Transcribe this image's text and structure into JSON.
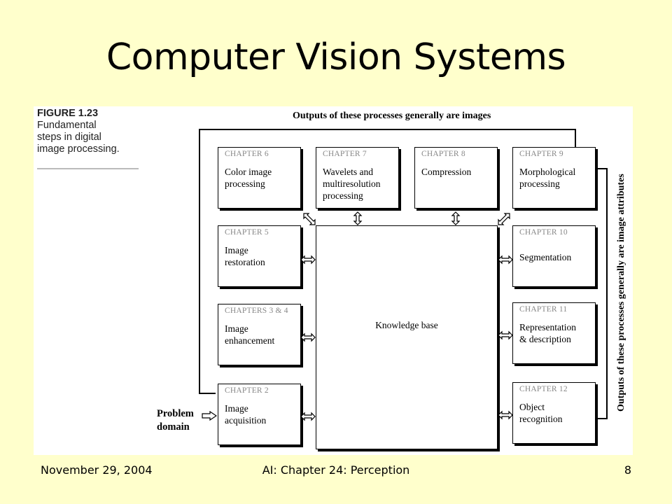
{
  "slide": {
    "title": "Computer Vision Systems"
  },
  "figure": {
    "number": "FIGURE 1.23",
    "caption": "Fundamental\nsteps in digital\nimage processing.",
    "top_label": "Outputs of these processes generally are images",
    "side_label": "Outputs of these processes generally are image attributes",
    "problem_domain": "Problem\ndomain",
    "knowledge_base": "Knowledge base",
    "boxes": [
      {
        "chapter": "CHAPTER 6",
        "title": "Color image\nprocessing"
      },
      {
        "chapter": "CHAPTER 7",
        "title": "Wavelets and\nmultiresolution\nprocessing"
      },
      {
        "chapter": "CHAPTER 8",
        "title": "Compression"
      },
      {
        "chapter": "CHAPTER 9",
        "title": "Morphological\nprocessing"
      },
      {
        "chapter": "CHAPTER 5",
        "title": "Image\nrestoration"
      },
      {
        "chapter": "CHAPTER 10",
        "title": "Segmentation"
      },
      {
        "chapter": "CHAPTERS 3 & 4",
        "title": "Image\nenhancement"
      },
      {
        "chapter": "CHAPTER 11",
        "title": "Representation\n& description"
      },
      {
        "chapter": "CHAPTER 2",
        "title": "Image\nacquisition"
      },
      {
        "chapter": "CHAPTER 12",
        "title": "Object\nrecognition"
      }
    ]
  },
  "footer": {
    "date": "November 29, 2004",
    "center": "AI: Chapter 24: Perception",
    "page": "8"
  }
}
